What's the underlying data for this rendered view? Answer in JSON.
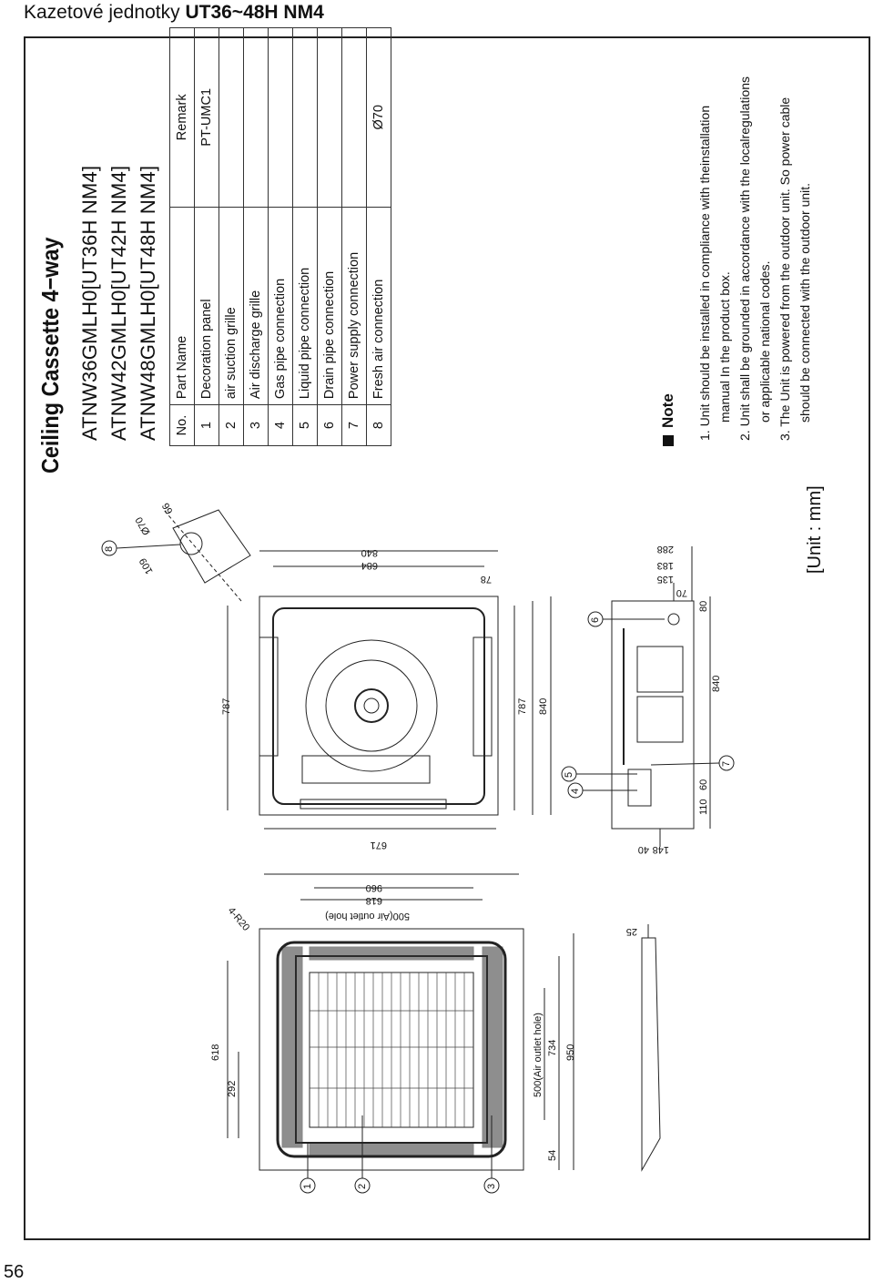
{
  "header": {
    "prefix": "Kazetové jednotky ",
    "bold": "UT36~48H NM4"
  },
  "page_number": "56",
  "title": "Ceiling Cassette 4−way",
  "models": [
    "ATNW36GMLH0[UT36H NM4]",
    "ATNW42GMLH0[UT42H NM4]",
    "ATNW48GMLH0[UT48H NM4]"
  ],
  "table": {
    "headers": {
      "no": "No.",
      "name": "Part Name",
      "remark": "Remark"
    },
    "rows": [
      {
        "no": "1",
        "name": "Decoration panel",
        "remark": "PT-UMC1"
      },
      {
        "no": "2",
        "name": "air suction grille",
        "remark": ""
      },
      {
        "no": "3",
        "name": "Air discharge grille",
        "remark": ""
      },
      {
        "no": "4",
        "name": "Gas pipe connection",
        "remark": ""
      },
      {
        "no": "5",
        "name": "Liquid pipe connection",
        "remark": ""
      },
      {
        "no": "6",
        "name": "Drain pipe connection",
        "remark": ""
      },
      {
        "no": "7",
        "name": "Power supply connection",
        "remark": ""
      },
      {
        "no": "8",
        "name": "Fresh air connection",
        "remark": "Ø70"
      }
    ]
  },
  "note": {
    "heading": "Note",
    "lines": [
      "1. Unit should be installed in compliance with theinstallation",
      "manual In the product box.",
      "2. Unit shall be grounded in accordance with the localregulations",
      "or applicable national codes.",
      "3. The Unit is powered from the outdoor unit. So power cable",
      "should be connected with the outdoor unit."
    ]
  },
  "unit_label": "[Unit : mm]",
  "dimensions": {
    "panel": [
      "618",
      "292",
      "54",
      "500(Air outlet hole)",
      "734",
      "950",
      "4-R20",
      "960",
      "618",
      "500(Air outlet hole)",
      "25"
    ],
    "body": [
      "787",
      "671",
      "787",
      "840",
      "684",
      "840",
      "78",
      "109",
      "Ø70",
      "66"
    ],
    "side": [
      "288",
      "183",
      "135",
      "70",
      "80",
      "840",
      "110",
      "60",
      "148",
      "40"
    ]
  },
  "callouts": [
    "1",
    "2",
    "3",
    "4",
    "5",
    "6",
    "7",
    "8"
  ]
}
